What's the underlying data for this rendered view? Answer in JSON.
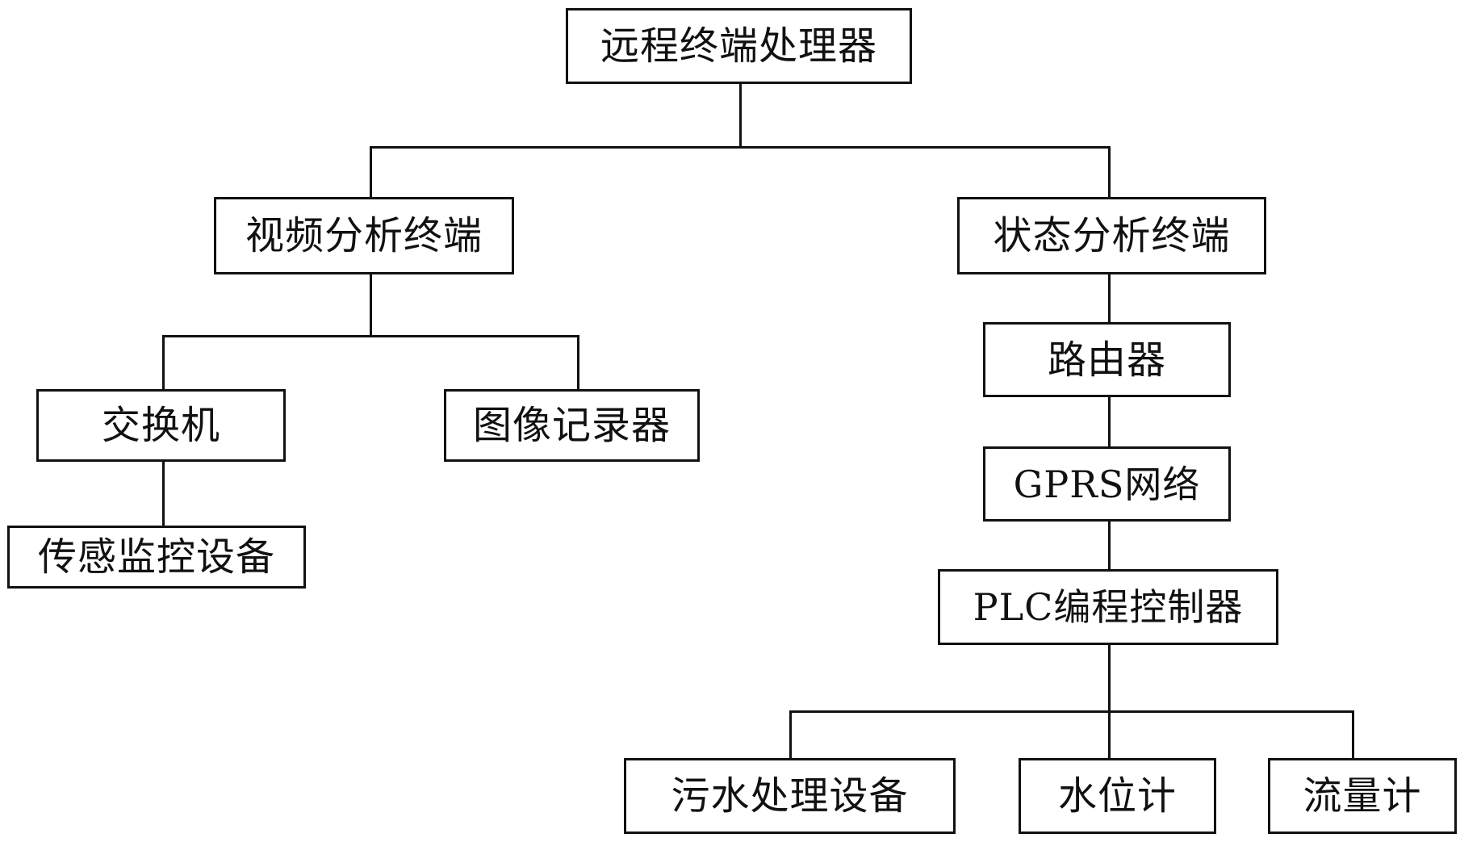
{
  "nodes": {
    "remote_terminal_processor": "远程终端处理器",
    "video_analysis_terminal": "视频分析终端",
    "status_analysis_terminal": "状态分析终端",
    "switch": "交换机",
    "image_recorder": "图像记录器",
    "sensor_monitoring_equipment": "传感监控设备",
    "router": "路由器",
    "gprs_network": "GPRS网络",
    "plc_controller": "PLC编程控制器",
    "sewage_treatment_equipment": "污水处理设备",
    "water_level_meter": "水位计",
    "flow_meter": "流量计"
  },
  "colors": {
    "line": "#111111",
    "background": "#ffffff"
  }
}
